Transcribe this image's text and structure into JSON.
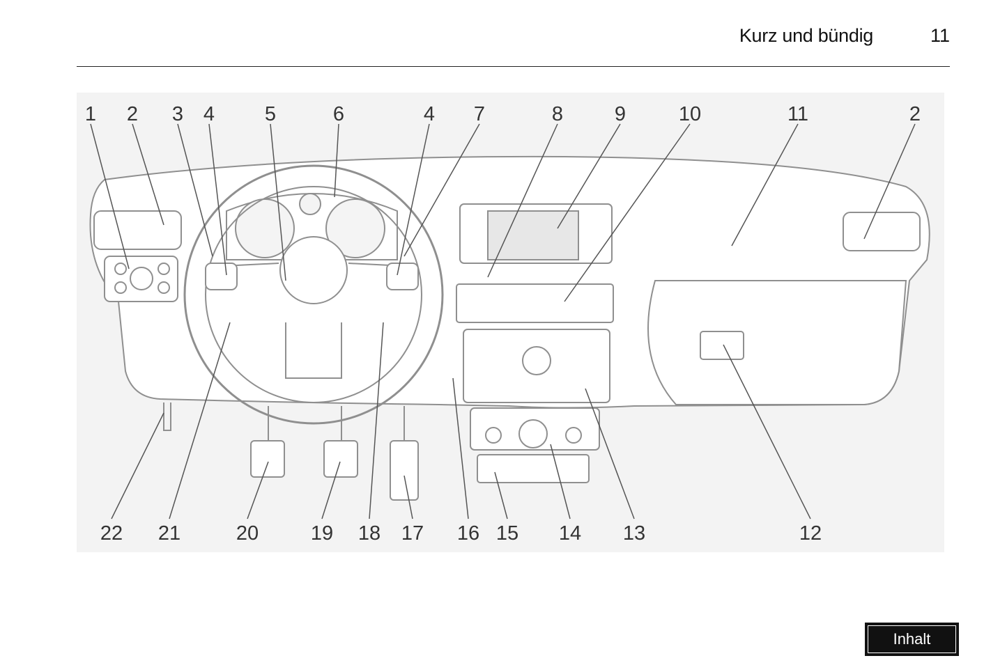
{
  "header": {
    "title": "Kurz und bündig",
    "page_number": "11"
  },
  "figure": {
    "callouts_top": [
      "1",
      "2",
      "3",
      "4",
      "5",
      "6",
      "4",
      "7",
      "8",
      "9",
      "10",
      "11",
      "2"
    ],
    "callouts_bottom": [
      "22",
      "21",
      "20",
      "19",
      "18",
      "17",
      "16",
      "15",
      "14",
      "13",
      "12"
    ]
  },
  "footer": {
    "button_label": "Inhalt"
  }
}
